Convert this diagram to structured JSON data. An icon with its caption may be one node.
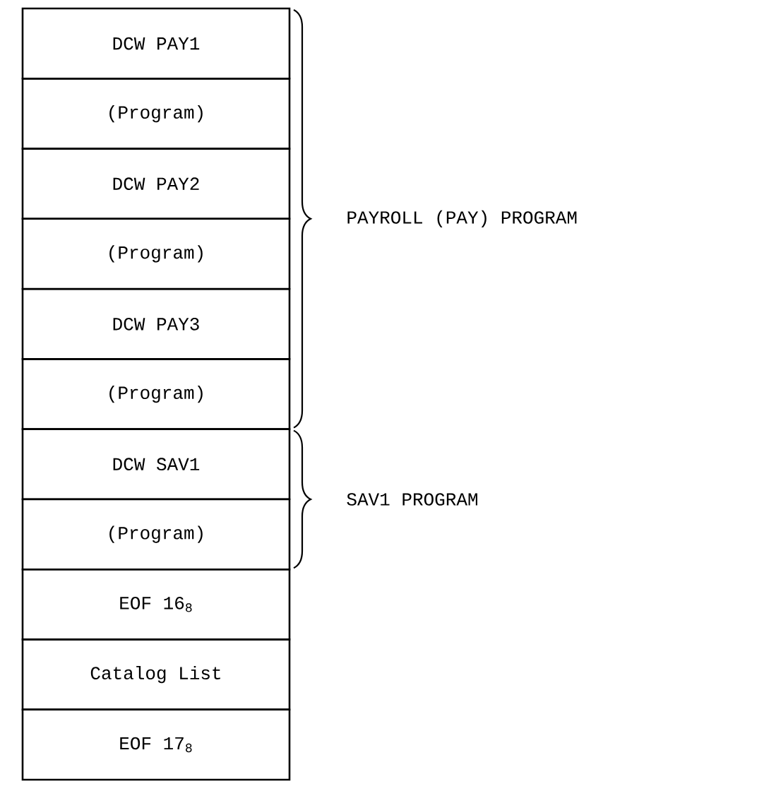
{
  "diagram": {
    "nodes": [
      {
        "text": [
          "DCW PAY1"
        ]
      },
      {
        "text": [
          "(Program)"
        ]
      },
      {
        "text": [
          "DCW PAY2"
        ]
      },
      {
        "text": [
          "(Program)"
        ]
      },
      {
        "text": [
          "DCW PAY3"
        ]
      },
      {
        "text": [
          "(Program)"
        ]
      },
      {
        "text": [
          "DCW SAV1"
        ]
      },
      {
        "text": [
          "(Program)"
        ]
      },
      {
        "text": [
          "EOF 16$_{8}$"
        ]
      },
      {
        "text": [
          "Catalog List"
        ]
      },
      {
        "text": [
          "EOF 17$_{8}$"
        ]
      }
    ],
    "labels": [
      "PAYROLL (PAY) PROGRAM",
      "SAV1 PROGRAM"
    ]
  }
}
